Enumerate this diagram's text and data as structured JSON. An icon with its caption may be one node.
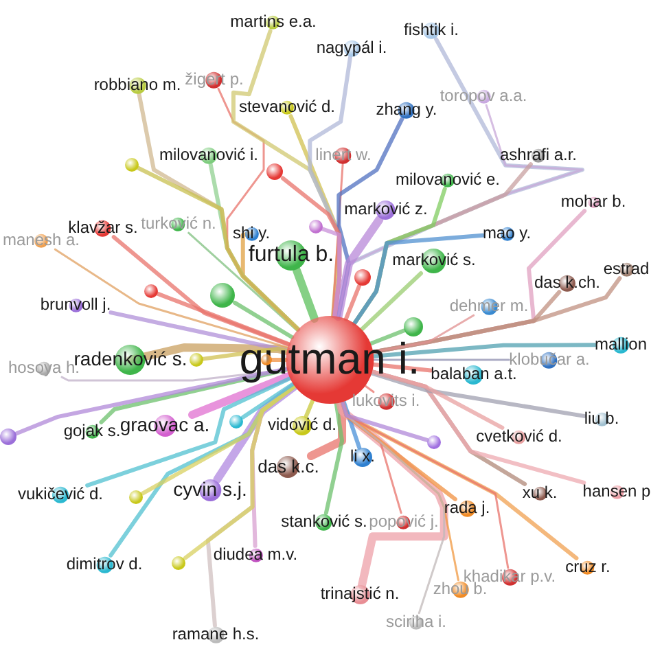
{
  "diagram": {
    "nodes": [
      {
        "text": [
          "gutman i."
        ]
      },
      {
        "text": [
          "furtula b."
        ]
      },
      {
        "text": [
          "radenković s."
        ]
      },
      {
        "text": [
          "graovac a."
        ]
      },
      {
        "text": [
          "cyvin s.j."
        ]
      },
      {
        "text": [
          "das k.c."
        ]
      },
      {
        "text": [
          "vidović d."
        ]
      },
      {
        "text": [
          "marković s."
        ]
      },
      {
        "text": [
          "stanković s."
        ]
      },
      {
        "text": [
          "trinajstić n."
        ]
      },
      {
        "text": [
          "li x."
        ]
      },
      {
        "text": [
          "rada j."
        ]
      },
      {
        "text": [
          "xu k."
        ]
      },
      {
        "text": [
          "hansen p"
        ]
      },
      {
        "text": [
          "cruz r."
        ]
      },
      {
        "text": [
          "khadikar p.v."
        ]
      },
      {
        "text": [
          "zhou b."
        ]
      },
      {
        "text": [
          "popović j."
        ]
      },
      {
        "text": [
          "sciriha i."
        ]
      },
      {
        "text": [
          "ramane h.s."
        ]
      },
      {
        "text": [
          "diudea m.v."
        ]
      },
      {
        "text": [
          "dimitrov d."
        ]
      },
      {
        "text": [
          "vukičević d."
        ]
      },
      {
        "text": [
          "gojak s."
        ]
      },
      {
        "text": [
          "hosoya h."
        ]
      },
      {
        "text": [
          "brunvoll j."
        ]
      },
      {
        "text": [
          "manesh a."
        ]
      },
      {
        "text": [
          "klavžar s."
        ]
      },
      {
        "text": [
          "turković n."
        ]
      },
      {
        "text": [
          "shi y."
        ]
      },
      {
        "text": [
          "milovanović i."
        ]
      },
      {
        "text": [
          "robbiano m."
        ]
      },
      {
        "text": [
          "žigert p."
        ]
      },
      {
        "text": [
          "martins e.a."
        ]
      },
      {
        "text": [
          "stevanović d."
        ]
      },
      {
        "text": [
          "linert w."
        ]
      },
      {
        "text": [
          "nagypál i."
        ]
      },
      {
        "text": [
          "fishtik i."
        ]
      },
      {
        "text": [
          "zhang y."
        ]
      },
      {
        "text": [
          "toropov a.a."
        ]
      },
      {
        "text": [
          "ashrafi a.r."
        ]
      },
      {
        "text": [
          "milovanović e."
        ]
      },
      {
        "text": [
          "marković z."
        ]
      },
      {
        "text": [
          "mohar b."
        ]
      },
      {
        "text": [
          "mao y."
        ]
      },
      {
        "text": [
          "estrad"
        ]
      },
      {
        "text": [
          "das k.ch."
        ]
      },
      {
        "text": [
          "dehmer m."
        ]
      },
      {
        "text": [
          "mallion"
        ]
      },
      {
        "text": [
          "klobučar a."
        ]
      },
      {
        "text": [
          "balaban a.t."
        ]
      },
      {
        "text": [
          "liu b."
        ]
      },
      {
        "text": [
          "cvetković d."
        ]
      },
      {
        "text": [
          "lukovits i."
        ]
      },
      {
        "text": [],
        "shape": "circle"
      },
      {
        "text": [],
        "shape": "circle"
      },
      {
        "text": [],
        "shape": "circle"
      },
      {
        "text": [],
        "shape": "circle"
      },
      {
        "text": [],
        "shape": "circle"
      },
      {
        "text": [],
        "shape": "circle"
      },
      {
        "text": [],
        "shape": "circle"
      },
      {
        "text": [],
        "shape": "circle"
      },
      {
        "text": [],
        "shape": "circle"
      },
      {
        "text": [],
        "shape": "circle"
      },
      {
        "text": [],
        "shape": "circle"
      },
      {
        "text": [],
        "shape": "circle"
      },
      {
        "text": [],
        "shape": "circle"
      },
      {
        "text": [],
        "shape": "circle"
      }
    ],
    "edges": [
      {
        "from": 0,
        "to": 1,
        "arrow": "none",
        "style": "thick",
        "color": "#5cc05c"
      },
      {
        "from": 0,
        "to": 2,
        "arrow": "none",
        "style": "thick",
        "color": "#c9a060"
      },
      {
        "from": 0,
        "to": 3,
        "arrow": "none",
        "style": "thick",
        "color": "#e070d0"
      },
      {
        "from": 0,
        "to": 4,
        "arrow": "none",
        "style": "thick",
        "color": "#b088e0"
      },
      {
        "from": 0,
        "to": 5,
        "arrow": "none",
        "style": "thick"
      },
      {
        "from": 0,
        "to": 6,
        "arrow": "none",
        "color": "#c8c83a"
      },
      {
        "from": 0,
        "to": 7,
        "arrow": "none",
        "color": "#9acc70"
      },
      {
        "from": 0,
        "to": 8,
        "arrow": "none",
        "color": "#6cc06c"
      },
      {
        "from": 0,
        "to": 9,
        "arrow": "none",
        "style": "thick",
        "color": "#eea0a8"
      },
      {
        "from": 0,
        "to": 10,
        "arrow": "none",
        "color": "#4a90d8"
      },
      {
        "from": 0,
        "to": 11,
        "arrow": "none",
        "color": "#f09040"
      },
      {
        "from": 0,
        "to": 12,
        "arrow": "none",
        "color": "#b08878"
      },
      {
        "from": 0,
        "to": 13,
        "arrow": "none",
        "color": "#eeaab0"
      },
      {
        "from": 0,
        "to": 14,
        "arrow": "none",
        "color": "#f0a050"
      },
      {
        "from": 0,
        "to": 15,
        "arrow": "none"
      },
      {
        "from": 0,
        "to": 16,
        "arrow": "none",
        "color": "#f09840"
      },
      {
        "from": 0,
        "to": 17,
        "arrow": "none"
      },
      {
        "from": 0,
        "to": 18,
        "arrow": "none",
        "color": "#c0b8b8"
      },
      {
        "from": 0,
        "to": 19,
        "arrow": "none",
        "color": "#d0c0c0"
      },
      {
        "from": 0,
        "to": 20,
        "arrow": "none",
        "color": "#d8a0d0"
      },
      {
        "from": 0,
        "to": 21,
        "arrow": "none",
        "color": "#50c0d0"
      },
      {
        "from": 0,
        "to": 22,
        "arrow": "none",
        "color": "#50c0d0"
      },
      {
        "from": 0,
        "to": 23,
        "arrow": "none",
        "color": "#6cc06c"
      },
      {
        "from": 0,
        "to": 24,
        "arrow": "none",
        "color": "#c0b0c8"
      },
      {
        "from": 0,
        "to": 25,
        "arrow": "none",
        "color": "#b090d8"
      },
      {
        "from": 0,
        "to": 26,
        "arrow": "none",
        "color": "#e0a060"
      },
      {
        "from": 0,
        "to": 27,
        "arrow": "none"
      },
      {
        "from": 0,
        "to": 28,
        "arrow": "none",
        "color": "#80c080"
      },
      {
        "from": 0,
        "to": 29,
        "arrow": "none",
        "color": "#e0a040"
      },
      {
        "from": 0,
        "to": 30,
        "arrow": "none",
        "color": "#90d090"
      },
      {
        "from": 0,
        "to": 31,
        "arrow": "none",
        "color": "#d0b890"
      },
      {
        "from": 0,
        "to": 32,
        "arrow": "none"
      },
      {
        "from": 0,
        "to": 33,
        "arrow": "none",
        "color": "#d0c870"
      },
      {
        "from": 0,
        "to": 34,
        "arrow": "none",
        "color": "#d0c050"
      },
      {
        "from": 0,
        "to": 35,
        "arrow": "none"
      },
      {
        "from": 0,
        "to": 36,
        "arrow": "none",
        "color": "#b0b8d8"
      },
      {
        "from": 0,
        "to": 37,
        "arrow": "none",
        "color": "#b0b8d8"
      },
      {
        "from": 0,
        "to": 38,
        "arrow": "none",
        "color": "#5070c0"
      },
      {
        "from": 0,
        "to": 39,
        "arrow": "none",
        "color": "#c8a8d8"
      },
      {
        "from": 0,
        "to": 40,
        "arrow": "none",
        "color": "#c8a0a0"
      },
      {
        "from": 0,
        "to": 41,
        "arrow": "none",
        "color": "#80cc60"
      },
      {
        "from": 0,
        "to": 42,
        "arrow": "none",
        "style": "thick",
        "color": "#b888d8"
      },
      {
        "from": 0,
        "to": 43,
        "arrow": "none",
        "color": "#e0a0c0"
      },
      {
        "from": 0,
        "to": 44,
        "arrow": "none",
        "color": "#5090d0"
      },
      {
        "from": 0,
        "to": 45,
        "arrow": "none",
        "color": "#c09080"
      },
      {
        "from": 0,
        "to": 46,
        "arrow": "none",
        "color": "#c09080"
      },
      {
        "from": 0,
        "to": 47,
        "arrow": "none",
        "color": "#e09090"
      },
      {
        "from": 0,
        "to": 48,
        "arrow": "none",
        "color": "#50a0b0"
      },
      {
        "from": 0,
        "to": 49,
        "arrow": "none",
        "color": "#9090b0"
      },
      {
        "from": 0,
        "to": 50,
        "arrow": "none"
      },
      {
        "from": 0,
        "to": 51,
        "arrow": "none",
        "color": "#a0a0b0"
      },
      {
        "from": 0,
        "to": 52,
        "arrow": "none",
        "color": "#e8a0a0"
      },
      {
        "from": 0,
        "to": 53,
        "arrow": "none"
      },
      {
        "from": 0,
        "to": 54,
        "arrow": "none"
      },
      {
        "from": 0,
        "to": 55,
        "arrow": "none",
        "color": "#6cc06c"
      },
      {
        "from": 0,
        "to": 56,
        "arrow": "none",
        "color": "#6cc06c"
      },
      {
        "from": 0,
        "to": 57,
        "arrow": "none"
      },
      {
        "from": 0,
        "to": 58,
        "arrow": "none",
        "color": "#c890d8"
      },
      {
        "from": 0,
        "to": 59,
        "arrow": "none",
        "color": "#c8c050"
      },
      {
        "from": 0,
        "to": 60,
        "arrow": "none"
      },
      {
        "from": 0,
        "to": 61,
        "arrow": "none",
        "color": "#d8d060"
      },
      {
        "from": 0,
        "to": 62,
        "arrow": "none",
        "color": "#d8d060"
      },
      {
        "from": 0,
        "to": 63,
        "arrow": "none",
        "color": "#b088d8"
      },
      {
        "from": 0,
        "to": 64,
        "arrow": "none",
        "color": "#50c0d0"
      },
      {
        "from": 0,
        "to": 65,
        "arrow": "none",
        "color": "#b088d8"
      },
      {
        "from": 0,
        "to": 66,
        "arrow": "none",
        "color": "#d0c050"
      },
      {
        "from": 0,
        "to": 67,
        "arrow": "none",
        "color": "#f09040"
      }
    ]
  }
}
